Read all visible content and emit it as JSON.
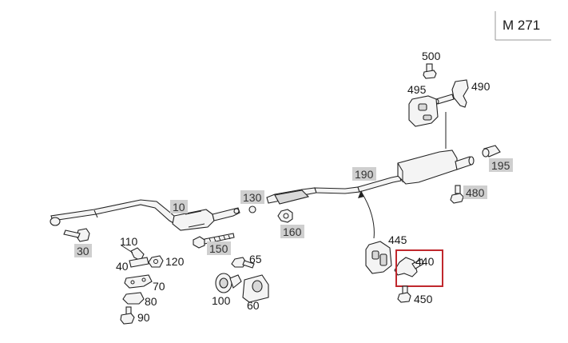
{
  "diagram": {
    "engine_code": "M 271",
    "highlight_color": "#c0282d",
    "label_box_color": "#cfcfcf",
    "labels": [
      {
        "text": "500",
        "boxed": false
      },
      {
        "text": "490",
        "boxed": false
      },
      {
        "text": "495",
        "boxed": false
      },
      {
        "text": "195",
        "boxed": true
      },
      {
        "text": "190",
        "boxed": true
      },
      {
        "text": "480",
        "boxed": true
      },
      {
        "text": "130",
        "boxed": true
      },
      {
        "text": "10",
        "boxed": true
      },
      {
        "text": "160",
        "boxed": true
      },
      {
        "text": "110",
        "boxed": false
      },
      {
        "text": "30",
        "boxed": true
      },
      {
        "text": "150",
        "boxed": true
      },
      {
        "text": "65",
        "boxed": false
      },
      {
        "text": "40",
        "boxed": false
      },
      {
        "text": "120",
        "boxed": false
      },
      {
        "text": "70",
        "boxed": false
      },
      {
        "text": "80",
        "boxed": false
      },
      {
        "text": "100",
        "boxed": false
      },
      {
        "text": "60",
        "boxed": false
      },
      {
        "text": "90",
        "boxed": false
      },
      {
        "text": "445",
        "boxed": false
      },
      {
        "text": "440",
        "boxed": false
      },
      {
        "text": "450",
        "boxed": false
      }
    ],
    "highlighted_part": "440"
  }
}
